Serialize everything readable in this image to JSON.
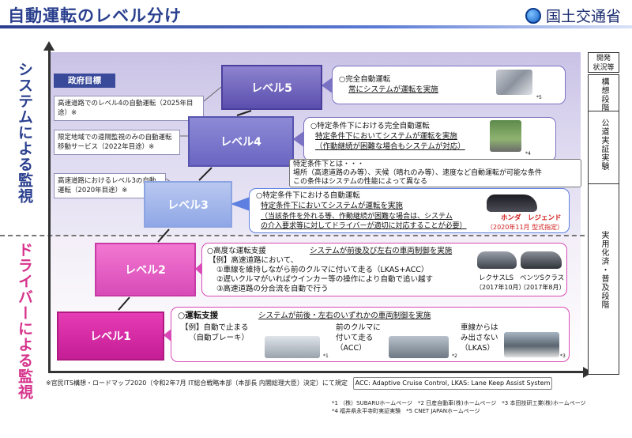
{
  "header": {
    "title": "自動運転のレベル分け",
    "ministry": "国土交通省"
  },
  "axis": {
    "system_label": "システムによる監視",
    "driver_label": "ドライバーによる監視"
  },
  "gov": {
    "label": "政府目標",
    "goals": [
      "高速道路でのレベル4の自動運転（2025年目途）※",
      "限定地域での遠隔監視のみの自動運転移動サービス（2022年目途）※",
      "高速道路におけるレベル3の自動運転（2020年目途）※"
    ]
  },
  "levels": {
    "l5": {
      "name": "レベル5",
      "lines": [
        "○完全自動運転",
        "常にシステムが運転を実施"
      ],
      "ref": "*5"
    },
    "l4": {
      "name": "レベル4",
      "lines": [
        "○特定条件下における完全自動運転",
        "特定条件下においてシステムが運転を実施",
        "（作動継続が困難な場合もシステムが対応）"
      ],
      "ref": "*4"
    },
    "cond": {
      "lines": [
        "特定条件下とは・・・",
        "場所（高速道路のみ等）、天候（晴れのみ等）、速度など自動運転が可能な条件",
        "この条件はシステムの性能によって異なる"
      ]
    },
    "l3": {
      "name": "レベル3",
      "lines": [
        "○特定条件下における自動運転",
        "特定条件下においてシステムが運転を実施",
        "（当該条件を外れる等、作動継続が困難な場合は、システム",
        "の介入要求等に対してドライバーが適切に対応することが必要）"
      ],
      "car_name": "ホンダ　レジェンド",
      "car_date": "（2020年11月 型式指定）"
    },
    "l2": {
      "name": "レベル2",
      "lines": [
        "○高度な運転支援",
        "システムが前後及び左右の車両制御を実施",
        "【例】高速道路において、",
        "①車線を維持しながら前のクルマに付いて走る（LKAS+ACC）",
        "②遅いクルマがいればウインカー等の操作により自動で追い越す",
        "③高速道路の分合流を自動で行う"
      ],
      "car1_name": "レクサスLS",
      "car1_date": "（2017年10月）",
      "car2_name": "ベンツSクラス",
      "car2_date": "（2017年8月）"
    },
    "l1": {
      "name": "レベル1",
      "lines": [
        "○運転支援",
        "システムが前後・左右のいずれかの車両制御を実施"
      ],
      "ex1": [
        "【例】自動で止まる",
        "（自動ブレーキ）"
      ],
      "ex2": [
        "前のクルマに",
        "付いて走る",
        "（ACC）"
      ],
      "ex3": [
        "車線からは",
        "み出さない",
        "（LKAS）"
      ],
      "refs": [
        "*1",
        "*2",
        "*3"
      ]
    }
  },
  "stages": {
    "head": [
      "開発",
      "状況等"
    ],
    "items": [
      "構想段階",
      "公道実証実験",
      "実用化済・普及段階"
    ]
  },
  "footer": {
    "note": "※官民ITS構想・ロードマップ2020（令和2年7月 IT総合戦略本部（本部長 内閣総理大臣）決定）にて規定",
    "legend": "ACC: Adaptive Cruise Control,  LKAS: Lane Keep Assist System",
    "sources1": "*1 （株）SUBARUホームページ　*2 日産自動車(株)ホームページ　*3 本田技研工業(株)ホームページ",
    "sources2": "*4 福井県永平寺町実証実験　*5 CNET JAPANホームページ"
  }
}
